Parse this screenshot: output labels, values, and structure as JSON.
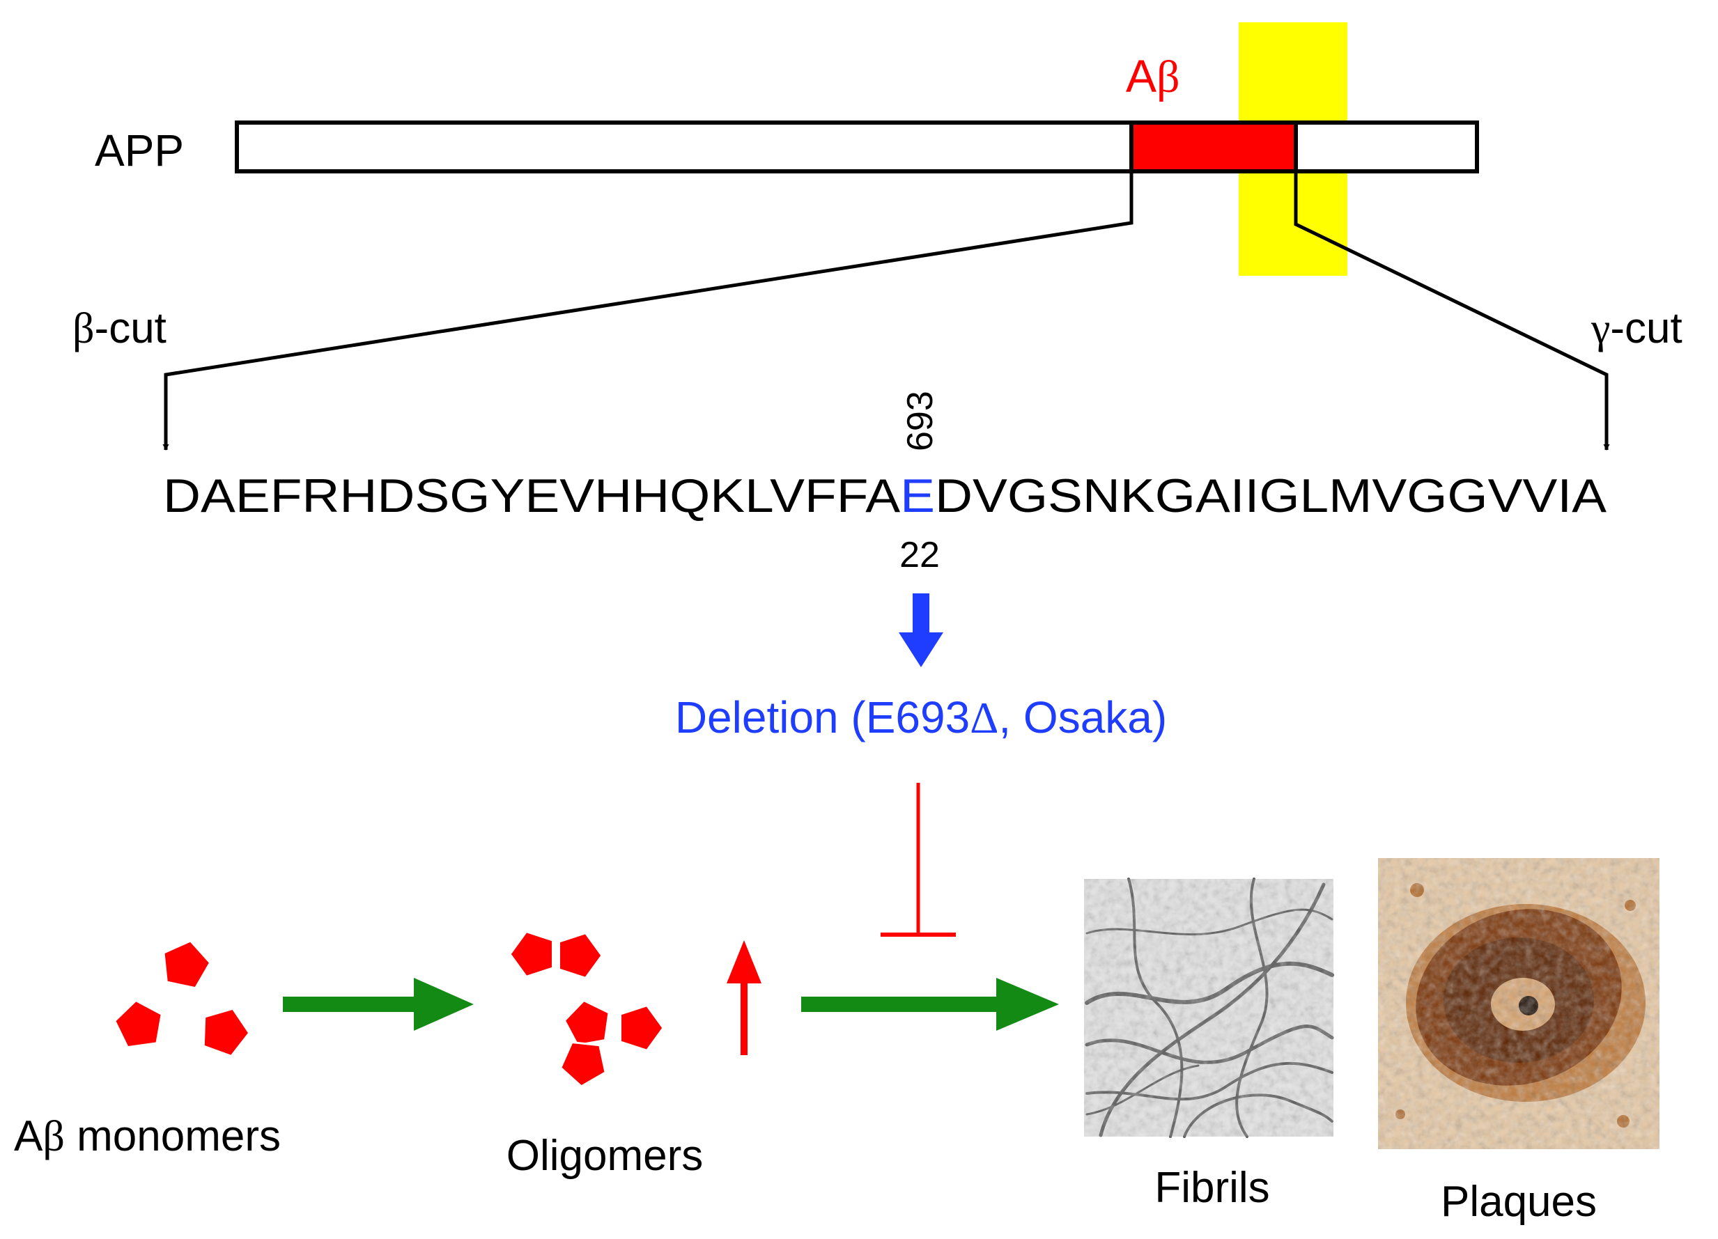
{
  "colors": {
    "red": "#ff0000",
    "blue": "#1f3dff",
    "green": "#138a13",
    "yellow": "#ffff00",
    "black": "#000000"
  },
  "app_label": "APP",
  "abeta_label": {
    "a": "A",
    "beta": "β"
  },
  "beta_cut": {
    "greek": "β",
    "rest": "-cut"
  },
  "gamma_cut": {
    "greek": "γ",
    "rest": "-cut"
  },
  "sequence": {
    "before": "DAEFRHDSGYEVHHQKLVFFA",
    "highlight": "E",
    "after": "DVGSNKGAIIGLMVGGVVIA"
  },
  "position_app": "693",
  "position_abeta": "22",
  "mutation_label": {
    "before": "Deletion (E693",
    "delta": "Δ",
    "after": ", Osaka)"
  },
  "stages": {
    "monomers": {
      "a": "A",
      "beta": "β",
      "rest": " monomers"
    },
    "oligomers": "Oligomers",
    "fibrils": "Fibrils",
    "plaques": "Plaques"
  },
  "icons": {
    "monomer": "pentagon-icon",
    "inhibit": "inhibition-bar-icon",
    "increase": "up-arrow-icon",
    "flow": "right-arrow-icon"
  }
}
